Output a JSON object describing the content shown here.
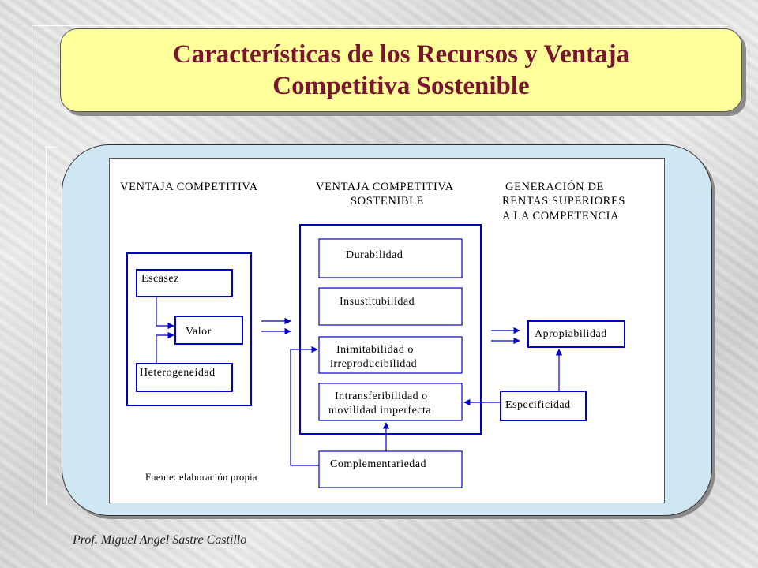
{
  "title": {
    "line1": "Características de los Recursos y Ventaja",
    "line2": "Competitiva Sostenible"
  },
  "diagram": {
    "headers": {
      "col1": "VENTAJA COMPETITIVA",
      "col2_line1": "VENTAJA COMPETITIVA",
      "col2_line2": "SOSTENIBLE",
      "col3_line1": "GENERACIÓN DE",
      "col3_line2": "RENTAS SUPERIORES",
      "col3_line3": "A LA COMPETENCIA"
    },
    "boxes": {
      "escasez": "Escasez",
      "valor": "Valor",
      "heterogeneidad": "Heterogeneidad",
      "durabilidad": "Durabilidad",
      "insustitubilidad": "Insustitubilidad",
      "inimitabilidad_line1": "Inimitabilidad o",
      "inimitabilidad_line2": "irreproducibilidad",
      "intransferibilidad_line1": "Intransferibilidad o",
      "intransferibilidad_line2": "movilidad imperfecta",
      "complementariedad": "Complementariedad",
      "apropiabilidad": "Apropiabilidad",
      "especificidad": "Especificidad"
    },
    "source": "Fuente: elaboración propia",
    "line_color": "#0000cc"
  },
  "footer": "Prof. Miguel Angel Sastre Castillo"
}
